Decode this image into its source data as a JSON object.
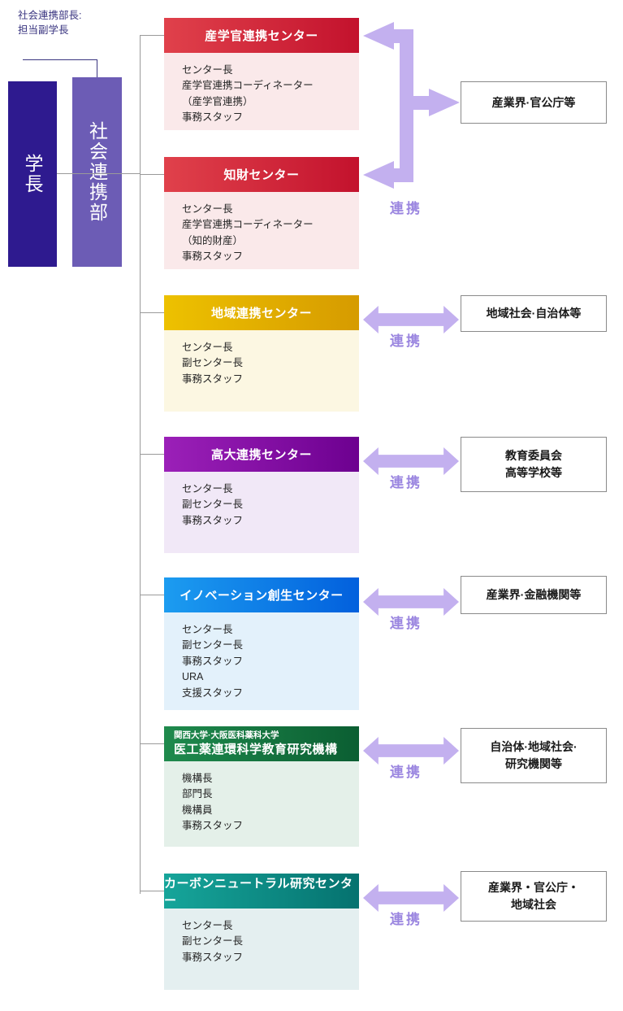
{
  "org": {
    "note": "社会連携部長:\n担当副学長",
    "president": "学長",
    "department": "社会連携部"
  },
  "link_label": "連携",
  "units": [
    {
      "title": "産学官連携センター",
      "subtitle": "",
      "staff": "センター長\n産学官連携コーディネーター\n（産学官連携）\n事務スタッフ",
      "header_from": "#e0414b",
      "header_to": "#c3122d",
      "body_bg": "#fae9ea"
    },
    {
      "title": "知財センター",
      "subtitle": "",
      "staff": "センター長\n産学官連携コーディネーター\n（知的財産）\n事務スタッフ",
      "header_from": "#e0414b",
      "header_to": "#c3122d",
      "body_bg": "#fae9ea"
    },
    {
      "title": "地域連携センター",
      "subtitle": "",
      "staff": "センター長\n副センター長\n事務スタッフ",
      "header_from": "#edc100",
      "header_to": "#d69b00",
      "body_bg": "#fcf7e2"
    },
    {
      "title": "高大連携センター",
      "subtitle": "",
      "staff": "センター長\n副センター長\n事務スタッフ",
      "header_from": "#9b20b8",
      "header_to": "#6d0090",
      "body_bg": "#f1e8f7"
    },
    {
      "title": "イノベーション創生センター",
      "subtitle": "",
      "staff": "センター長\n副センター長\n事務スタッフ\nURA\n支援スタッフ",
      "header_from": "#1c9cf0",
      "header_to": "#0260dd",
      "body_bg": "#e3f1fb"
    },
    {
      "title": "医工薬連環科学教育研究機構",
      "subtitle": "関西大学·大阪医科薬科大学",
      "staff": "機構長\n部門長\n機構員\n事務スタッフ",
      "header_from": "#1f8a4d",
      "header_to": "#0b5e32",
      "body_bg": "#e4f0e9"
    },
    {
      "title": "カーボンニュートラル研究センター",
      "subtitle": "",
      "staff": "センター長\n副センター長\n事務スタッフ",
      "header_from": "#16a59a",
      "header_to": "#05726f",
      "body_bg": "#e4eff0"
    }
  ],
  "partners": [
    {
      "label": "産業界·官公庁等"
    },
    {
      "label": "地域社会·自治体等"
    },
    {
      "label": "教育委員会\n高等学校等"
    },
    {
      "label": "産業界·金融機関等"
    },
    {
      "label": "自治体·地域社会·\n研究機関等"
    },
    {
      "label": "産業界・官公庁・\n地域社会"
    }
  ],
  "colors": {
    "arrow": "#c3b0ef",
    "link_text": "#9b86e0",
    "trunk_line": "#9a9a9a",
    "note_text": "#3a3580",
    "president_bg": "#2e1a8f",
    "department_bg": "#6c5cb5"
  }
}
